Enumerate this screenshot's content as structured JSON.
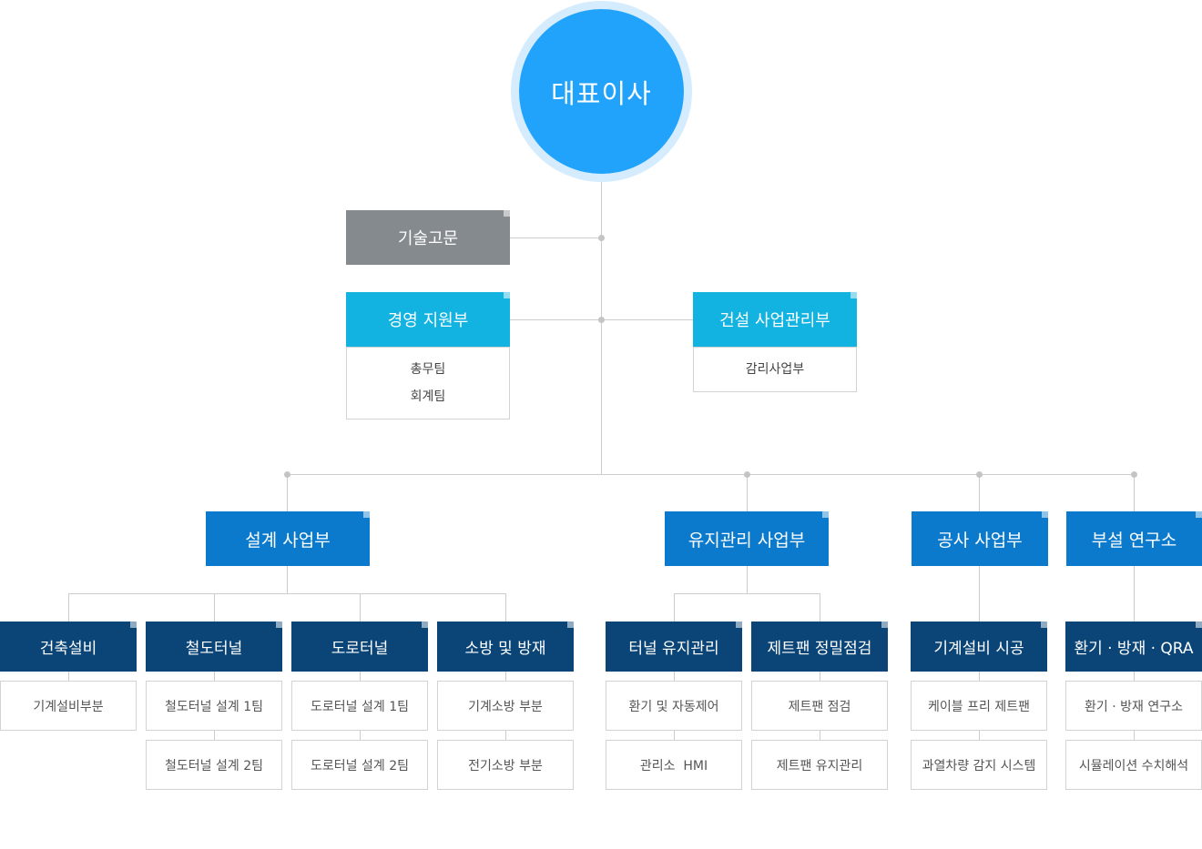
{
  "ceo": "대표이사",
  "advisor": "기술고문",
  "mgmt": {
    "title": "경영 지원부",
    "items": [
      "총무팀",
      "회계팀"
    ]
  },
  "construction": {
    "title": "건설 사업관리부",
    "items": [
      "감리사업부"
    ]
  },
  "divisions": [
    {
      "title": "설계 사업부",
      "teams": [
        {
          "title": "건축설비",
          "items": [
            "기계설비부분"
          ]
        },
        {
          "title": "철도터널",
          "items": [
            "철도터널 설계 1팀",
            "철도터널 설계 2팀"
          ]
        },
        {
          "title": "도로터널",
          "items": [
            "도로터널 설계 1팀",
            "도로터널 설계 2팀"
          ]
        },
        {
          "title": "소방 및 방재",
          "items": [
            "기계소방 부분",
            "전기소방 부분"
          ]
        }
      ]
    },
    {
      "title": "유지관리 사업부",
      "teams": [
        {
          "title": "터널 유지관리",
          "items": [
            "환기 및 자동제어",
            "관리소  HMI"
          ]
        },
        {
          "title": "제트팬 정밀점검",
          "items": [
            "제트팬 점검",
            "제트팬 유지관리"
          ]
        }
      ]
    },
    {
      "title": "공사 사업부",
      "teams": [
        {
          "title": "기계설비 시공",
          "items": [
            "케이블 프리 제트팬",
            "과열차량 감지 시스템"
          ]
        }
      ]
    },
    {
      "title": "부설 연구소",
      "teams": [
        {
          "title": "환기 · 방재 · QRA",
          "items": [
            "환기 · 방재 연구소",
            "시뮬레이션 수치해석"
          ]
        }
      ]
    }
  ],
  "colors": {
    "ceo": "#21a3fb",
    "advisor": "#858a8f",
    "support": "#12b3e1",
    "division": "#0b7acd",
    "team": "#0b4577"
  }
}
